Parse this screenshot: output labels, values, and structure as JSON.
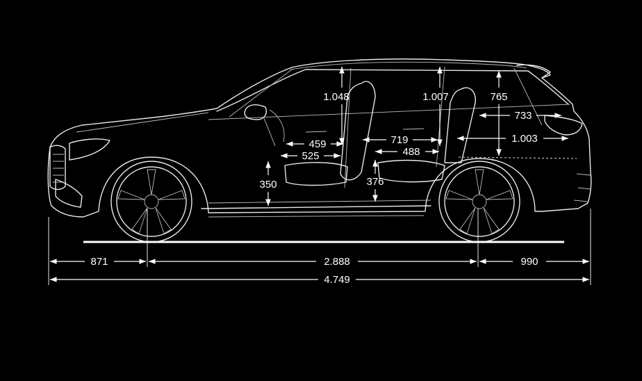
{
  "colors": {
    "background": "#000000",
    "lines": "#ffffff"
  },
  "dimensions": {
    "front_overhang": "871",
    "wheelbase": "2.888",
    "rear_overhang": "990",
    "overall_length": "4.749",
    "front_headroom": "1.048",
    "rear_headroom": "1.007",
    "cargo_height": "765",
    "cargo_length_top": "733",
    "cargo_length_floor": "1.003",
    "rear_legroom": "719",
    "front_seat_to_pedal": "459",
    "front_seat_length": "525",
    "rear_seat_length": "488",
    "front_seat_height": "350",
    "rear_seat_height": "376"
  }
}
